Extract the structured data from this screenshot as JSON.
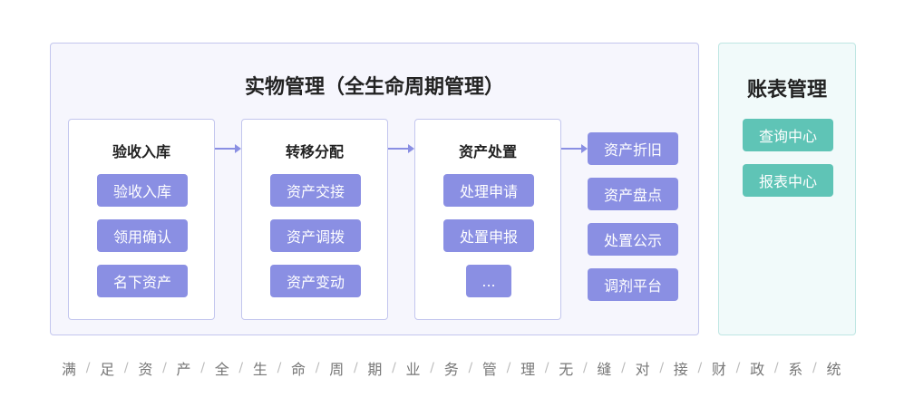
{
  "physical": {
    "title": "实物管理（全生命周期管理）",
    "stages": [
      {
        "title": "验收入库",
        "items": [
          "验收入库",
          "领用确认",
          "名下资产"
        ]
      },
      {
        "title": "转移分配",
        "items": [
          "资产交接",
          "资产调拨",
          "资产变动"
        ]
      },
      {
        "title": "资产处置",
        "items": [
          "处理申请",
          "处置申报",
          "..."
        ]
      }
    ],
    "outcomes": [
      "资产折旧",
      "资产盘点",
      "处置公示",
      "调剂平台"
    ]
  },
  "ledger": {
    "title": "账表管理",
    "items": [
      "查询中心",
      "报表中心"
    ]
  },
  "footer": {
    "chars": [
      "满",
      "足",
      "资",
      "产",
      "全",
      "生",
      "命",
      "周",
      "期",
      "业",
      "务",
      "管",
      "理",
      "无",
      "缝",
      "对",
      "接",
      "财",
      "政",
      "系",
      "统"
    ],
    "separator": "/"
  },
  "colors": {
    "purple": "#8a8fe3",
    "teal": "#5fc4b6",
    "panel_border": "#c3c6ee"
  }
}
